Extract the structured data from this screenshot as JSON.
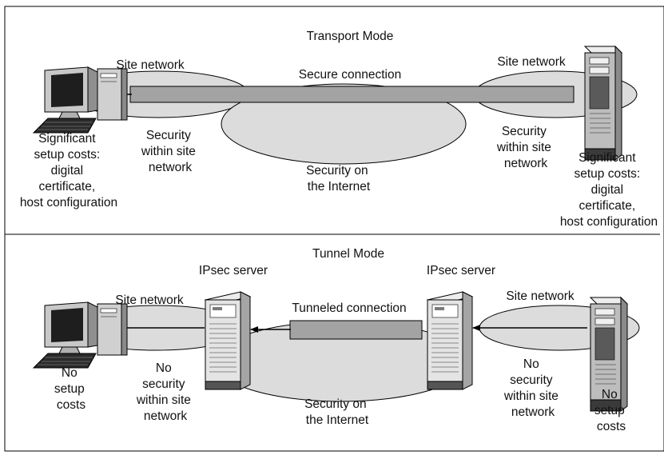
{
  "transport": {
    "title": "Transport Mode",
    "left_site_label": "Site network",
    "right_site_label": "Site network",
    "connection_label": "Secure connection",
    "left_security": [
      "Security",
      "within site",
      "network"
    ],
    "right_security": [
      "Security",
      "within site",
      "network"
    ],
    "internet_security": [
      "Security on",
      "the Internet"
    ],
    "left_costs": [
      "Significant",
      "setup costs:",
      "digital",
      "certificate,",
      "host configuration"
    ],
    "right_costs": [
      "Significant",
      "setup costs:",
      "digital",
      "certificate,",
      "host configuration"
    ]
  },
  "tunnel": {
    "title": "Tunnel Mode",
    "left_server_label": "IPsec server",
    "right_server_label": "IPsec server",
    "left_site_label": "Site network",
    "right_site_label": "Site network",
    "connection_label": "Tunneled connection",
    "left_security": [
      "No",
      "security",
      "within site",
      "network"
    ],
    "right_security": [
      "No",
      "security",
      "within site",
      "network"
    ],
    "internet_security": [
      "Security on",
      "the Internet"
    ],
    "left_costs": [
      "No",
      "setup",
      "costs"
    ],
    "right_costs": [
      "No",
      "setup",
      "costs"
    ]
  },
  "colors": {
    "ellipse_fill": "#dcdcdc",
    "connection_bar": "#a3a3a3",
    "device_gray": "#c8c8c8",
    "outline": "#000000"
  },
  "icons": {
    "client": "desktop-computer-icon",
    "host": "tower-server-icon",
    "gateway": "ipsec-server-icon"
  }
}
